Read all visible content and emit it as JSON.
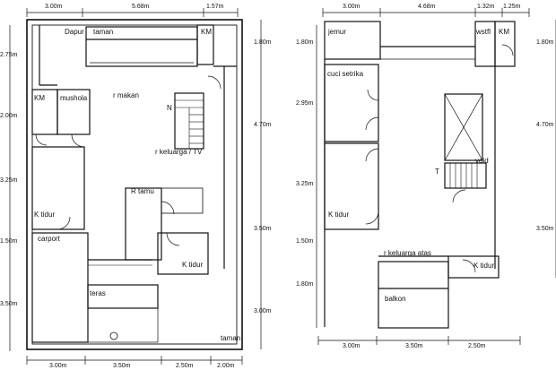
{
  "ground_floor": {
    "dims_top": [
      "3.00m",
      "5.68m",
      "1.57m"
    ],
    "dims_left": [
      "2.75m",
      "2.00m",
      "3.25m",
      "1.50m",
      "3.50m"
    ],
    "dims_right": [
      "1.80m",
      "4.70m",
      "3.50m",
      "3.00m"
    ],
    "dims_bottom": [
      "3.00m",
      "3.50m",
      "2.50m",
      "2.00m"
    ],
    "rooms": {
      "dapur": "Dapur",
      "taman_top": "taman",
      "km_top": "KM",
      "km_left": "KM",
      "mushola": "mushola",
      "r_makan": "r makan",
      "north": "N",
      "r_keluarga": "r keluarga / TV",
      "r_tamu": "R tamu",
      "k_tidur_left": "K tidur",
      "carport": "carport",
      "k_tidur_right": "K tidur",
      "teras": "teras",
      "taman_bottom": "taman"
    }
  },
  "upper_floor": {
    "dims_top": [
      "3.00m",
      "4.68m",
      "1.32m",
      "1.25m"
    ],
    "dims_left": [
      "1.80m",
      "2.95m",
      "3.25m",
      "1.50m",
      "1.80m"
    ],
    "dims_right": [
      "1.80m",
      "4.70m",
      "3.50m"
    ],
    "dims_bottom": [
      "3.00m",
      "3.50m",
      "2.50m"
    ],
    "rooms": {
      "jemur": "jemur",
      "wstfl": "wstfl",
      "km": "KM",
      "cuci_setrika": "cuci setrika",
      "void": "void",
      "stair_t": "T",
      "k_tidur_left": "K tidur",
      "r_keluarga_atas": "r keluarga atas",
      "k_tidur_right": "K tidur",
      "balkon": "balkon"
    }
  }
}
